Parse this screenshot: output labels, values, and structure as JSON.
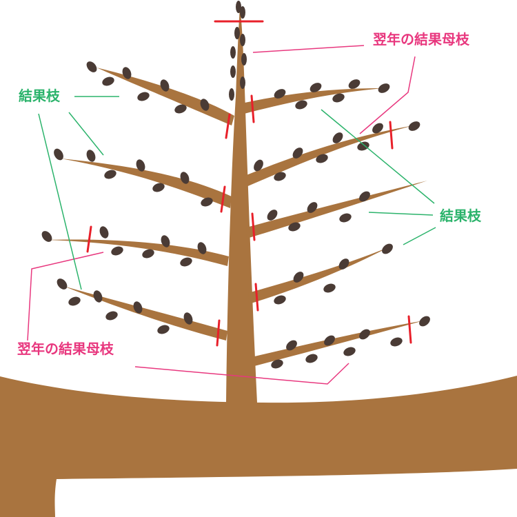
{
  "labels": {
    "next_year_mother_branch_top": "翌年の結果母枝",
    "fruiting_branch_left": "結果枝",
    "fruiting_branch_right": "結果枝",
    "next_year_mother_branch_bottom": "翌年の結果母枝"
  },
  "colors": {
    "wood": "#a9743f",
    "bud": "#4a3b35",
    "cut_mark": "#e8202a",
    "label_pink": "#e8377e",
    "label_green": "#2bb36b",
    "background": "#ffffff"
  },
  "icons": {
    "cut_mark": "red-cut-line-icon",
    "bud": "bud-icon"
  }
}
